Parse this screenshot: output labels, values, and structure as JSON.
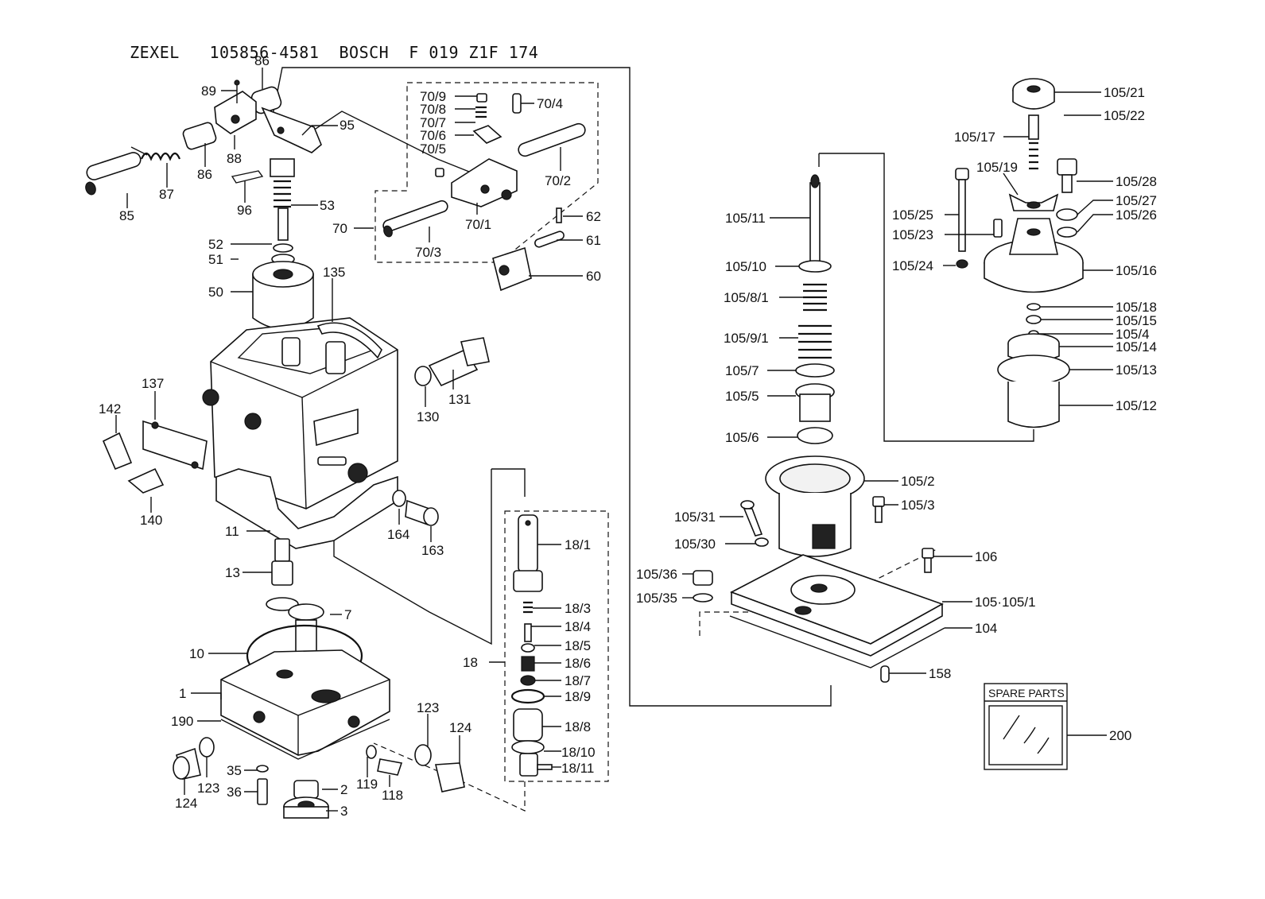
{
  "title": {
    "brand1": "ZEXEL",
    "code1": "105856-4581",
    "brand2": "BOSCH",
    "code2": "F 019 Z1F 174"
  },
  "spare_parts_label": "SPARE PARTS",
  "callouts": {
    "c86a": "86",
    "c89": "89",
    "c95": "95",
    "c88": "88",
    "c86b": "86",
    "c87": "87",
    "c85": "85",
    "c96": "96",
    "c53": "53",
    "c52": "52",
    "c51": "51",
    "c50": "50",
    "c135": "135",
    "c70_9": "70/9",
    "c70_8": "70/8",
    "c70_7": "70/7",
    "c70_6": "70/6",
    "c70_5": "70/5",
    "c70_4": "70/4",
    "c70_2": "70/2",
    "c70": "70",
    "c70_1": "70/1",
    "c70_3": "70/3",
    "c62": "62",
    "c61": "61",
    "c60": "60",
    "c142": "142",
    "c137": "137",
    "c140": "140",
    "c131": "131",
    "c130": "130",
    "c164": "164",
    "c163": "163",
    "c11": "11",
    "c13": "13",
    "c7": "7",
    "c10": "10",
    "c1": "1",
    "c190": "190",
    "c124a": "124",
    "c123a": "123",
    "c35": "35",
    "c36": "36",
    "c2": "2",
    "c3": "3",
    "c119": "119",
    "c118": "118",
    "c123b": "123",
    "c124b": "124",
    "c18": "18",
    "c18_1": "18/1",
    "c18_3": "18/3",
    "c18_4": "18/4",
    "c18_5": "18/5",
    "c18_6": "18/6",
    "c18_7": "18/7",
    "c18_9": "18/9",
    "c18_8": "18/8",
    "c18_10": "18/10",
    "c18_11": "18/11",
    "c105_11": "105/11",
    "c105_10": "105/10",
    "c105_8_1": "105/8/1",
    "c105_9_1": "105/9/1",
    "c105_7": "105/7",
    "c105_5": "105/5",
    "c105_6": "105/6",
    "c105_2": "105/2",
    "c105_31": "105/31",
    "c105_3": "105/3",
    "c105_30": "105/30",
    "c105_36": "105/36",
    "c105_35": "105/35",
    "c106": "106",
    "c105_105_1": "105·105/1",
    "c104": "104",
    "c158": "158",
    "c105_21": "105/21",
    "c105_22": "105/22",
    "c105_17": "105/17",
    "c105_19": "105/19",
    "c105_28": "105/28",
    "c105_27": "105/27",
    "c105_26": "105/26",
    "c105_25": "105/25",
    "c105_23": "105/23",
    "c105_24": "105/24",
    "c105_16": "105/16",
    "c105_18": "105/18",
    "c105_15": "105/15",
    "c105_4": "105/4",
    "c105_14": "105/14",
    "c105_13": "105/13",
    "c105_12": "105/12",
    "c200": "200"
  }
}
